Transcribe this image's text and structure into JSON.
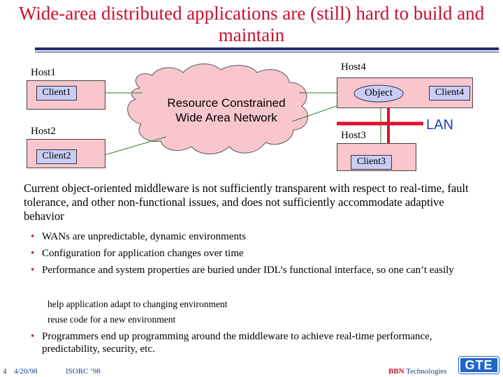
{
  "slide": {
    "title": "Wide-area distributed applications are (still) hard to build and maintain"
  },
  "diagram": {
    "hosts": {
      "host1": {
        "label": "Host1",
        "client": "Client1"
      },
      "host2": {
        "label": "Host2",
        "client": "Client2"
      },
      "host3": {
        "label": "Host3",
        "client": "Client3"
      },
      "host4": {
        "label": "Host4",
        "object": "Object",
        "client": "Client4"
      }
    },
    "network": {
      "line1": "Resource Constrained",
      "line2": "Wide Area Network"
    },
    "lan_label": "LAN",
    "colors": {
      "host_fill": "#f9c6cd",
      "client_fill": "#c9cdf5",
      "cloud_fill": "#f9c6cd",
      "link_green": "#2e7d32",
      "lan_red": "#e0102a",
      "lan_text": "#1a3fb5"
    }
  },
  "body": {
    "intro": "Current object-oriented middleware is not sufficiently transparent with respect to real-time, fault tolerance, and other non-functional issues, and does not sufficiently accommodate adaptive behavior",
    "bullets": [
      "WANs are unpredictable, dynamic environments",
      "Configuration for application changes over time",
      "Performance and system properties are buried under IDL’s functional interface, so one can’t easily"
    ],
    "sub_items": [
      "help application adapt to changing environment",
      "reuse code for a new environment"
    ],
    "last_bullet": "Programmers end up programming around the middleware to achieve real-time performance, predictability, security, etc."
  },
  "footer": {
    "slide_number": "4",
    "date": "4/20/98",
    "conference": "ISORC ‘98",
    "company_bold": "BBN",
    "company_rest": " Technologies",
    "logo": "GTE"
  }
}
